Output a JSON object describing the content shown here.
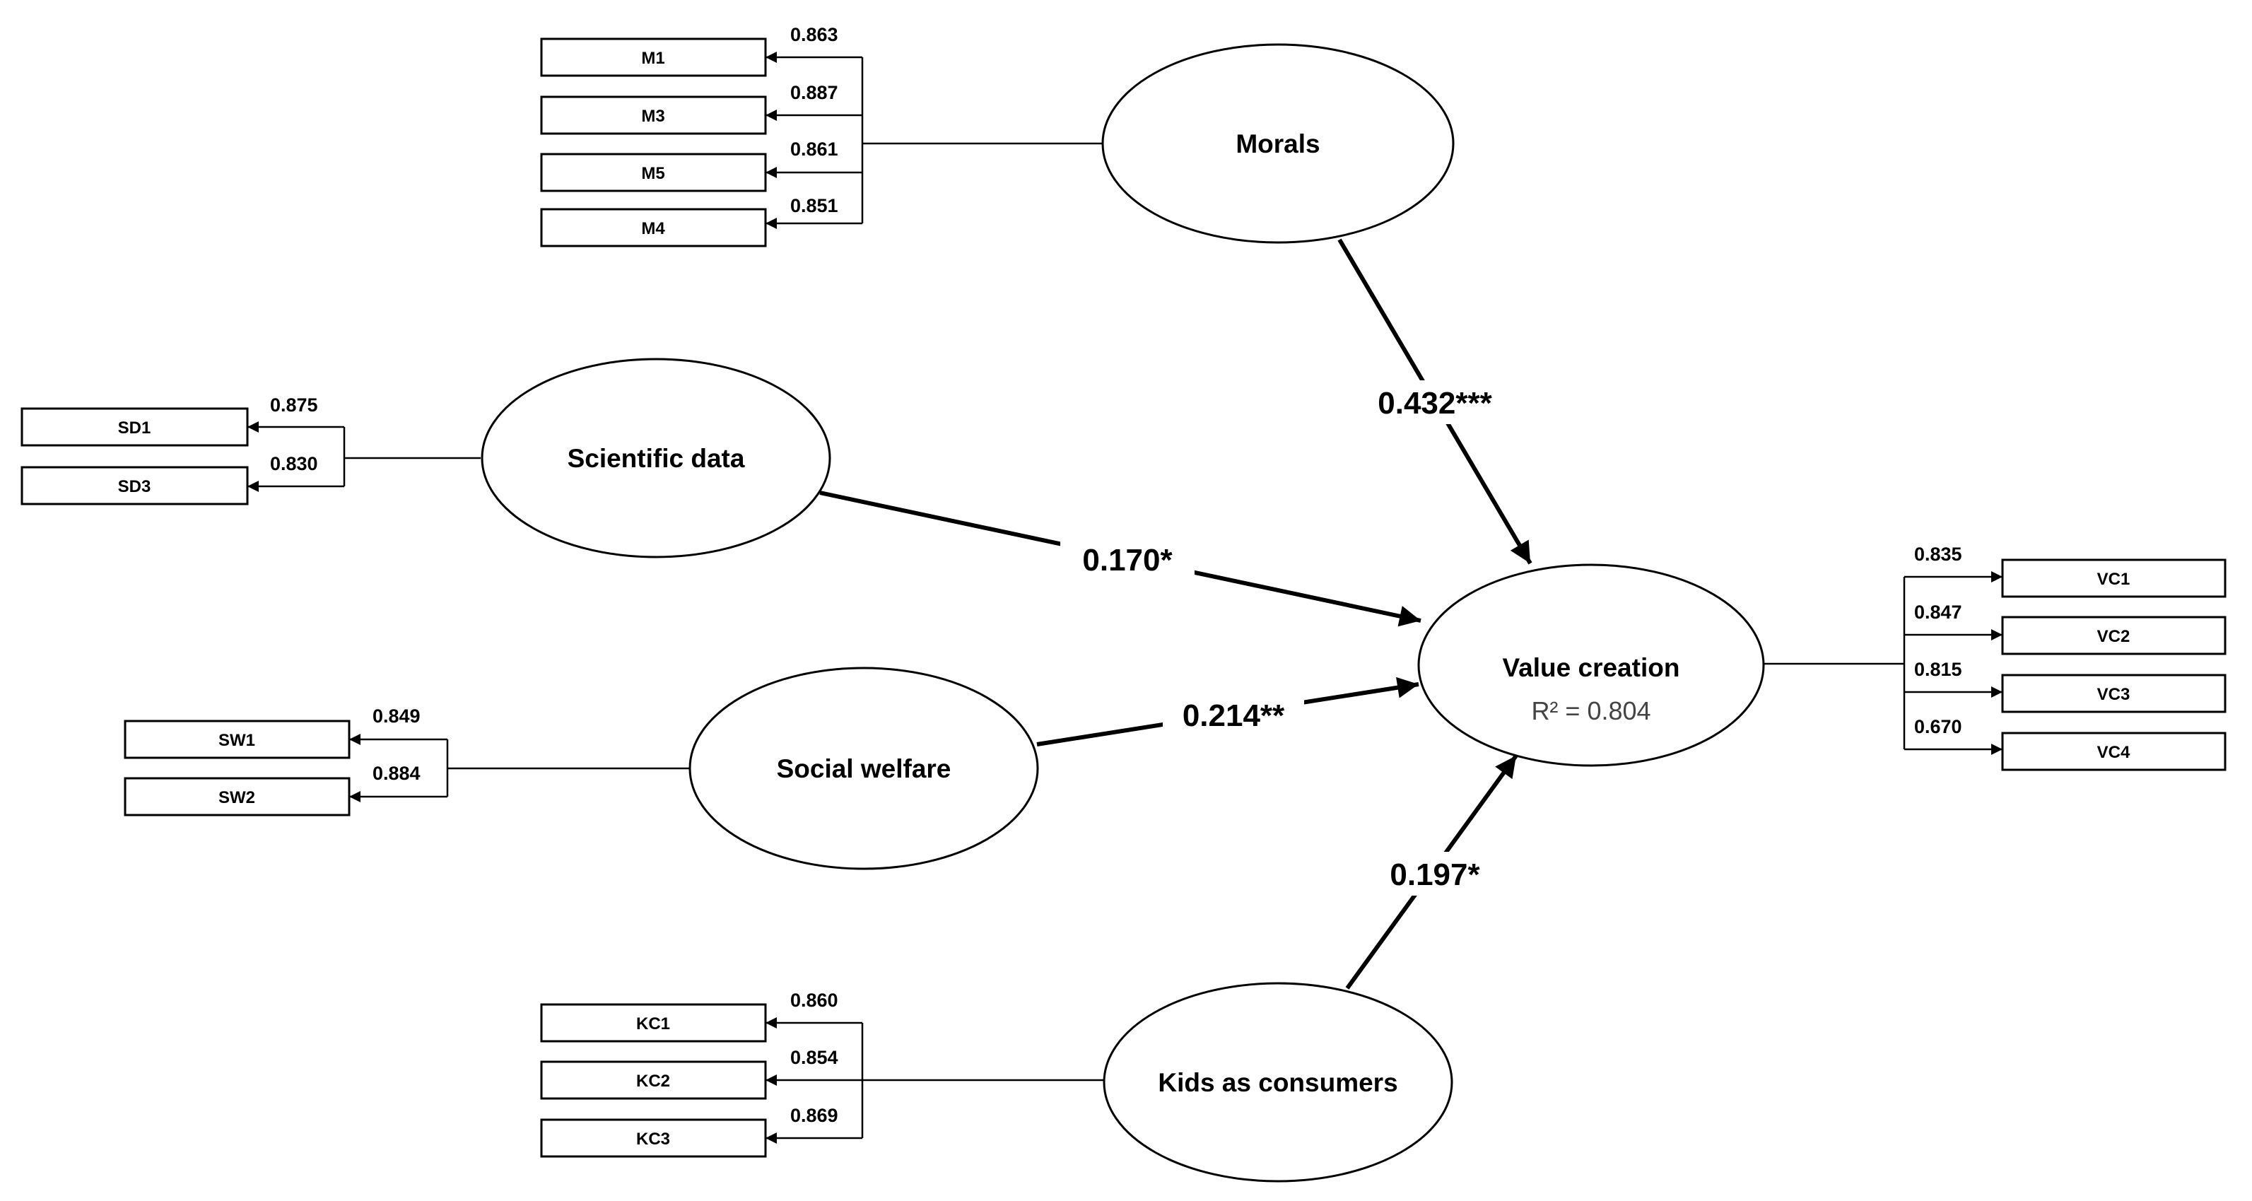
{
  "constructs": {
    "morals": "Morals",
    "scientific_data": "Scientific data",
    "social_welfare": "Social welfare",
    "kids_as_consumers": "Kids as consumers",
    "value_creation": "Value creation",
    "value_creation_r2": "R² = 0.804"
  },
  "indicators": {
    "morals": [
      {
        "label": "M1",
        "loading": "0.863"
      },
      {
        "label": "M3",
        "loading": "0.887"
      },
      {
        "label": "M5",
        "loading": "0.861"
      },
      {
        "label": "M4",
        "loading": "0.851"
      }
    ],
    "scientific_data": [
      {
        "label": "SD1",
        "loading": "0.875"
      },
      {
        "label": "SD3",
        "loading": "0.830"
      }
    ],
    "social_welfare": [
      {
        "label": "SW1",
        "loading": "0.849"
      },
      {
        "label": "SW2",
        "loading": "0.884"
      }
    ],
    "kids_as_consumers": [
      {
        "label": "KC1",
        "loading": "0.860"
      },
      {
        "label": "KC2",
        "loading": "0.854"
      },
      {
        "label": "KC3",
        "loading": "0.869"
      }
    ],
    "value_creation": [
      {
        "label": "VC1",
        "loading": "0.835"
      },
      {
        "label": "VC2",
        "loading": "0.847"
      },
      {
        "label": "VC3",
        "loading": "0.815"
      },
      {
        "label": "VC4",
        "loading": "0.670"
      }
    ]
  },
  "paths": {
    "morals_to_vc": "0.432***",
    "sd_to_vc": "0.170*",
    "sw_to_vc": "0.214**",
    "kc_to_vc": "0.197*"
  }
}
